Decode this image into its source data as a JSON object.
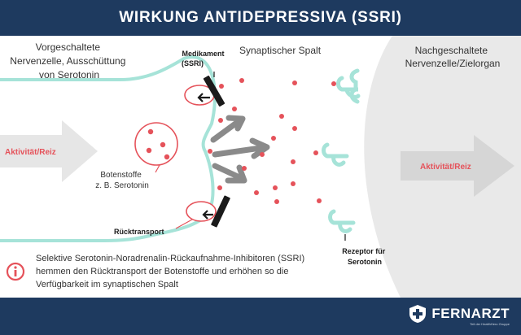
{
  "header": {
    "title": "WIRKUNG ANTIDEPRESSIVA (SSRI)"
  },
  "labels": {
    "pre_neuron": [
      "Vorgeschaltete",
      "Nervenzelle, Ausschüttung",
      "von Serotonin"
    ],
    "synaptic_gap": "Synaptischer Spalt",
    "post_neuron": [
      "Nachgeschaltete",
      "Nervenzelle/Zielorgan"
    ],
    "medication": [
      "Medikament",
      "(SSRI)"
    ],
    "vesicle": [
      "Botenstoffe",
      "z. B. Serotonin"
    ],
    "reuptake": "Rücktransport",
    "receptor": [
      "Rezeptor für",
      "Serotonin"
    ],
    "activity_left": "Aktivität/Reiz",
    "activity_right": "Aktivität/Reiz"
  },
  "info": {
    "icon": "info-icon",
    "lines": [
      "Selektive Serotonin-Noradrenalin-Rückaufnahme-Inhibitoren (SSRI)",
      "hemmen den Rücktransport der Botenstoffe und erhöhen so die",
      "Verfügbarkeit im synaptischen Spalt"
    ]
  },
  "footer": {
    "brand": "FERNARZT",
    "tagline": "Teil der HealthHero Gruppe",
    "logo_icon": "shield-cross-icon"
  },
  "colors": {
    "header_bg": "#1e3a5f",
    "neuron_outline": "#a6e3d8",
    "accent_red": "#e5525a",
    "arrow_gray": "#8a8a8a",
    "post_neuron_fill": "#e9e9e9"
  }
}
